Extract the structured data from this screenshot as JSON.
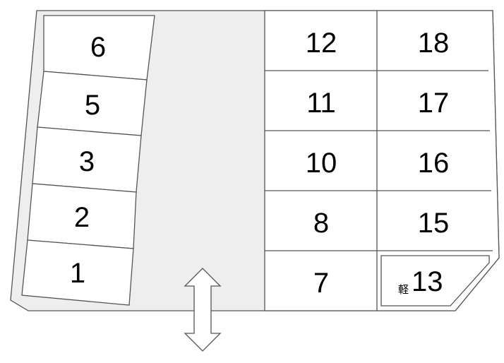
{
  "left_row": {
    "spaces": [
      {
        "label": "6"
      },
      {
        "label": "5"
      },
      {
        "label": "3"
      },
      {
        "label": "2"
      },
      {
        "label": "1"
      }
    ]
  },
  "right_block": {
    "column_a": [
      {
        "label": "12"
      },
      {
        "label": "11"
      },
      {
        "label": "10"
      },
      {
        "label": "8"
      },
      {
        "label": "7"
      }
    ],
    "column_b": [
      {
        "label": "18"
      },
      {
        "label": "17"
      },
      {
        "label": "16"
      },
      {
        "label": "15"
      }
    ],
    "corner_space": {
      "label": "13",
      "prefix": "軽"
    }
  },
  "entrance": {
    "icon": "double-arrow-icon"
  },
  "colors": {
    "lot_fill": "#eeeeee",
    "line": "#555555",
    "space_fill": "#ffffff"
  }
}
